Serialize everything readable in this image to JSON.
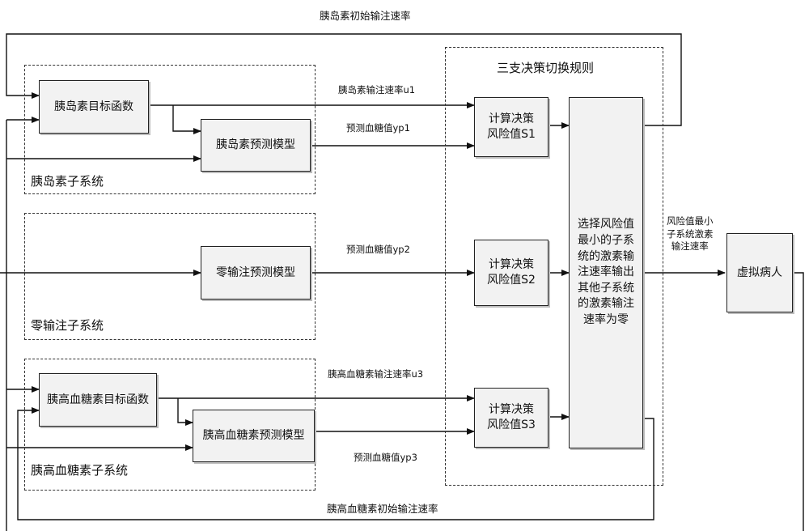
{
  "colors": {
    "line": "#111111",
    "box_fill": "#f2f2f2",
    "box_border": "#222222",
    "dash": "#333333"
  },
  "groups": {
    "insulin": "胰岛素子系统",
    "zero": "零输注子系统",
    "glucagon": "胰高血糖素子系统",
    "decision": "三支决策切换规则"
  },
  "blocks": {
    "insulin_objective": "胰岛素目标函数",
    "insulin_model": "胰岛素预测模型",
    "zero_model": "零输注预测模型",
    "glucagon_objective": "胰高血糖素目标函数",
    "glucagon_model": "胰高血糖素预测模型",
    "risk_s1": "计算决策\n风险值S1",
    "risk_s2": "计算决策\n风险值S2",
    "risk_s3": "计算决策\n风险值S3",
    "selector": "选择风险值\n最小的子系\n统的激素输\n注速率输出\n其他子系统\n的激素输注\n速率为零",
    "patient": "虚拟病人"
  },
  "signals": {
    "insulin_initial_rate": "胰岛素初始输注速率",
    "insulin_rate_u1": "胰岛素输注速率u1",
    "predicted_glucose_yp1": "预测血糖值yp1",
    "predicted_glucose_yp2": "预测血糖值yp2",
    "glucagon_rate_u3": "胰高血糖素输注速率u3",
    "predicted_glucose_yp3": "预测血糖值yp3",
    "output_rate": "风险值最小\n子系统激素\n输注速率",
    "glucagon_initial_rate": "胰高血糖素初始输注速率"
  }
}
